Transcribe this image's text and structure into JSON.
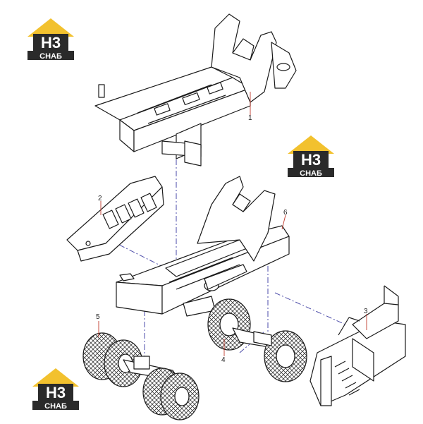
{
  "logos": [
    {
      "mark": "Н3",
      "text": "СНАБ"
    },
    {
      "mark": "Н3",
      "text": "СНАБ"
    },
    {
      "mark": "Н3",
      "text": "СНАБ"
    }
  ],
  "callouts": {
    "c1": "1",
    "c2": "2",
    "c3": "3",
    "c4": "4",
    "c5": "5",
    "c6": "6"
  },
  "colors": {
    "brand_yellow": "#f2c12e",
    "brand_dark": "#2a2a2a",
    "line": "#1a1a1a",
    "leader_red": "#c0392b",
    "assembly_line": "#4a4aa8"
  }
}
